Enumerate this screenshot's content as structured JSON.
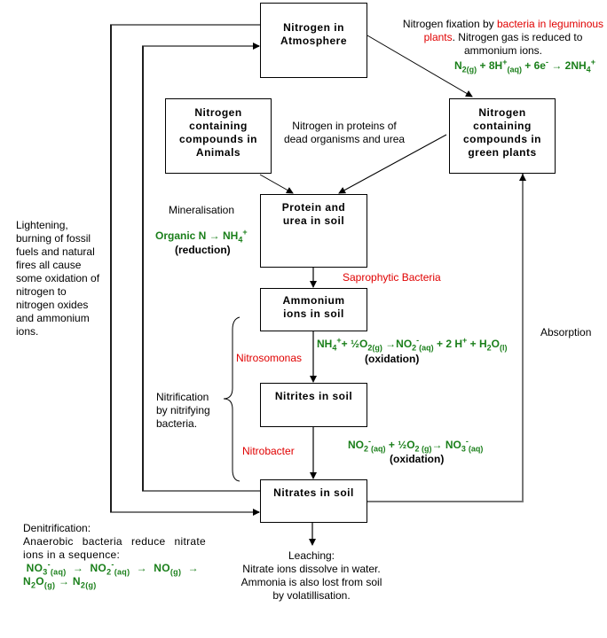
{
  "colors": {
    "red_text": "#e00000",
    "green_text": "#1a7f1a",
    "gray_line": "#777777",
    "black_line": "#000000"
  },
  "nodes": {
    "atmosphere": [
      "Nitrogen in",
      "Atmosphere"
    ],
    "animals": [
      "Nitrogen",
      "containing",
      "compounds in",
      "Animals"
    ],
    "plants": [
      "Nitrogen",
      "containing",
      "compounds in",
      "green plants"
    ],
    "protein": [
      "Protein and",
      "urea in soil"
    ],
    "ammonium": [
      "Ammonium",
      "ions in soil"
    ],
    "nitrites": [
      "Nitrites in soil"
    ],
    "nitrates": [
      "Nitrates in soil"
    ]
  },
  "labels": {
    "fixation": {
      "part1": "Nitrogen fixation by ",
      "red": "bacteria in leguminous plants",
      "part2": ". Nitrogen gas is reduced to ammonium ions.",
      "equation": {
        "a": "N",
        "a_sub": "2(g)",
        "b": " + 8H",
        "b_sup": "+",
        "b_sub": "(aq)",
        "c": " + 6e",
        "c_sup": "-",
        "d": " → 2NH",
        "d_sub": "4",
        "d_sup": "+"
      }
    },
    "dead_organisms": "Nitrogen in proteins of dead organisms and urea",
    "mineralisation": "Mineralisation",
    "mineral_eq": {
      "a": "Organic N → NH",
      "a_sub": "4",
      "a_sup": "+"
    },
    "reduction": "(reduction)",
    "saprophytic": "Saprophytic Bacteria",
    "lightening": "Lightening, burning of fossil fuels and natural fires all cause some oxidation of nitrogen to nitrogen oxides and ammonium ions.",
    "nitrosomonas": "Nitrosomonas",
    "nitrobacter": "Nitrobacter",
    "nitrification": "Nitrification by nitrifying bacteria.",
    "eq1": {
      "a": "NH",
      "a_sub": "4",
      "a_sup": "+",
      "b": "+ ½O",
      "b_sub": "2(g)",
      "c": " →NO",
      "c_sub": "2",
      "c_sup": "-",
      "c_sub2": "(aq)",
      "d": " + 2 H",
      "d_sup": "+",
      "e": " + H",
      "e_sub": "2",
      "f": "O",
      "f_sub": "(l)"
    },
    "oxidation": "(oxidation)",
    "eq2": {
      "a": "NO",
      "a_sub": "2",
      "a_sup": "-",
      "a_sub2": "(aq)",
      "b": " + ½O",
      "b_sub": "2 (g)",
      "c": "→ NO",
      "c_sub": "3",
      "c_sup": "-",
      "c_sub2": "(aq)"
    },
    "absorption": "Absorption",
    "denitrification_title": "Denitrification:",
    "denitrification_text": "Anaerobic bacteria reduce nitrate ions in a sequence:",
    "denit_eq": {
      "a": "NO",
      "a_sub": "3",
      "a_sup": "-",
      "a_sub2": "(aq)",
      "b": "NO",
      "b_sub": "2",
      "b_sup": "-",
      "b_sub2": "(aq)",
      "c": "NO",
      "c_sub": "(g)",
      "d": "N",
      "d_sub": "2",
      "d2": "O",
      "d_sub2": "(g)",
      "e": "N",
      "e_sub": "2(g)",
      "arrow": "→"
    },
    "leaching_title": "Leaching:",
    "leaching_1": "Nitrate ions dissolve in water.",
    "leaching_2": "Ammonia is also lost from soil",
    "leaching_3": "by volatillisation."
  }
}
